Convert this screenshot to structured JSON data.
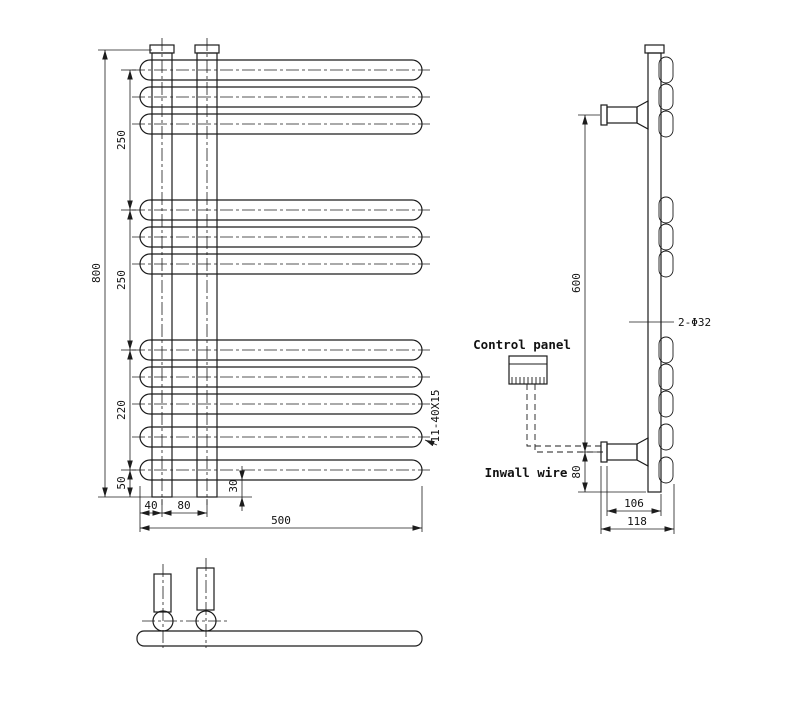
{
  "front_view": {
    "dim_overall_height": "800",
    "dim_seg_top": "250",
    "dim_seg_mid": "250",
    "dim_seg_lower": "220",
    "dim_seg_bottom": "50",
    "dim_bar_drop": "30",
    "dim_post_offset": "40",
    "dim_post_spacing": "80",
    "dim_overall_width": "500",
    "bar_spec": "11-40X15"
  },
  "side_view": {
    "dim_bracket_span": "600",
    "dim_bottom_height": "80",
    "tube_note": "2-Φ32",
    "dim_depth_inner": "106",
    "dim_depth_overall": "118"
  },
  "annotations": {
    "control_panel": "Control panel",
    "inwall_wire": "Inwall wire"
  }
}
